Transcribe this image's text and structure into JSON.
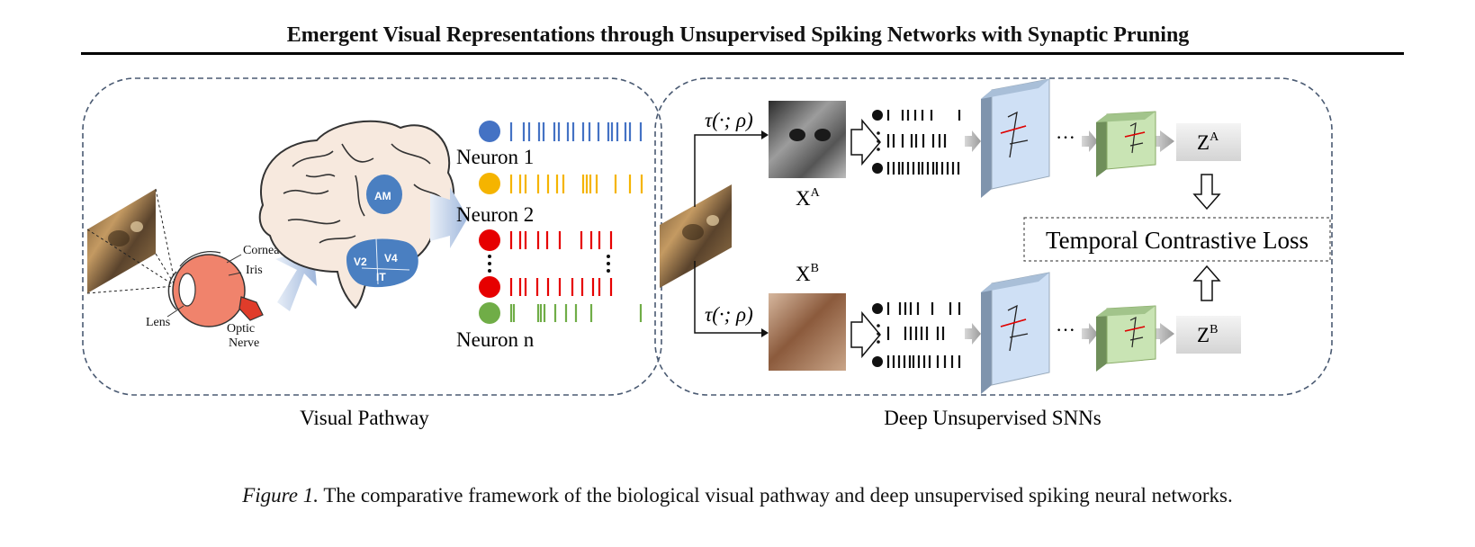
{
  "header": {
    "title": "Emergent Visual Representations through Unsupervised Spiking Networks with Synaptic Pruning"
  },
  "visual_pathway": {
    "label": "Visual Pathway",
    "eye_labels": {
      "cornea": "Cornea",
      "iris": "Iris",
      "lens": "Lens",
      "optic_nerve_1": "Optic",
      "optic_nerve_2": "Nerve"
    },
    "brain_areas": {
      "am": "AM",
      "v4": "V4",
      "v2": "V2",
      "it": "IT"
    },
    "neurons": {
      "n1": "Neuron 1",
      "n2": "Neuron 2",
      "nn": "Neuron n"
    },
    "colors": {
      "neuron1": "#4472c4",
      "neuron2": "#f5b400",
      "neuron_red": "#e60000",
      "neuron_n": "#70ad47",
      "brain_area": "#4a7fc1"
    }
  },
  "snn": {
    "label": "Deep Unsupervised SNNs",
    "aug_top": "τ(·; ρ)",
    "aug_bottom": "τ(·; ρ)",
    "xa": "X",
    "xa_sup": "A",
    "xb": "X",
    "xb_sup": "B",
    "za": "Z",
    "za_sup": "A",
    "zb": "Z",
    "zb_sup": "B",
    "ellipsis_top": "···",
    "ellipsis_bottom": "···",
    "loss": "Temporal Contrastive Loss"
  },
  "caption": {
    "label": "Figure 1.",
    "text": " The comparative framework of the biological visual pathway and deep unsupervised spiking neural networks."
  }
}
